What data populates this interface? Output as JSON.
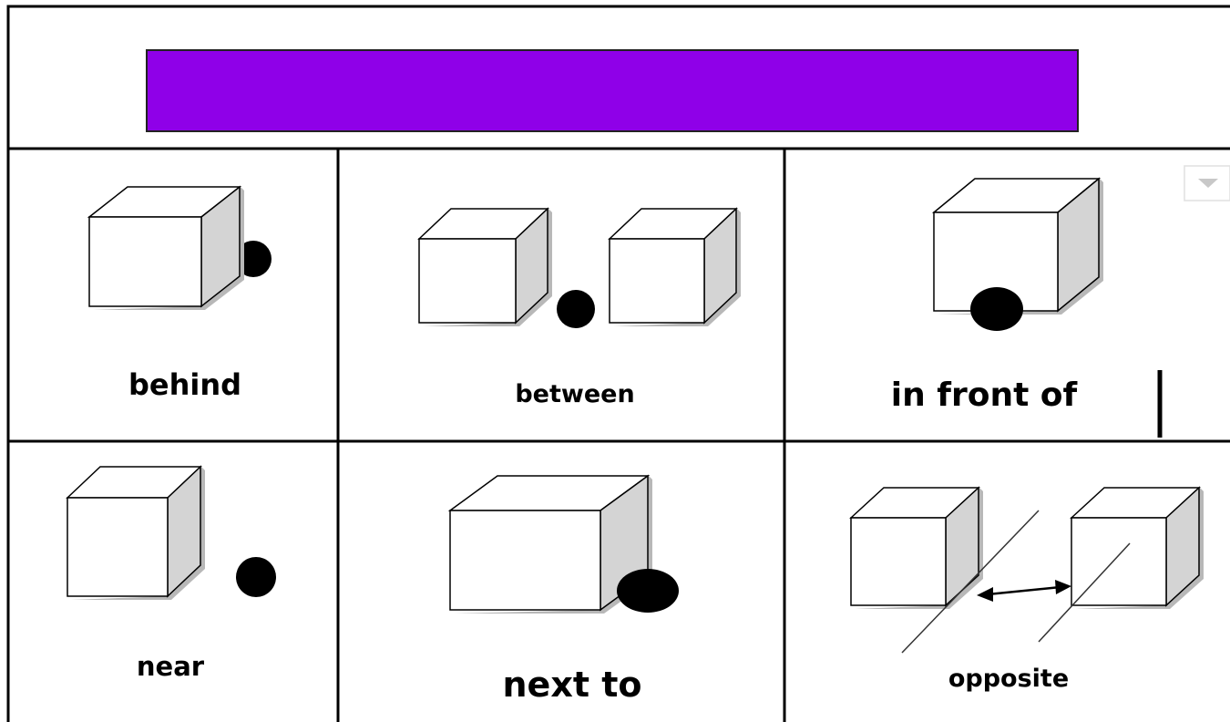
{
  "header": {
    "bar_color": "#8f00e8"
  },
  "colors": {
    "cube_face": "#ffffff",
    "cube_side": "#d4d4d4",
    "cube_top": "#ffffff",
    "cube_shadow": "#b8b8b8",
    "ball": "#000000",
    "grid_line": "#000000"
  },
  "cells": [
    {
      "label": "behind"
    },
    {
      "label": "between"
    },
    {
      "label": "in front of"
    },
    {
      "label": "near"
    },
    {
      "label": "next to"
    },
    {
      "label": "opposite"
    }
  ],
  "dropdown_icon": "chevron-down-icon"
}
